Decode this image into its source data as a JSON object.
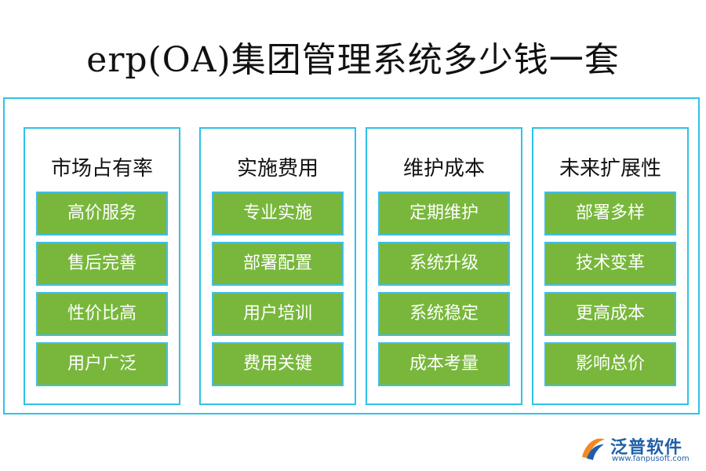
{
  "title": "erp(OA)集团管理系统多少钱一套",
  "colors": {
    "border": "#2ec3e8",
    "item_bg": "#78b73b",
    "item_text": "#ffffff"
  },
  "panels": [
    {
      "title": "市场占有率",
      "items": [
        "高价服务",
        "售后完善",
        "性价比高",
        "用户广泛"
      ]
    },
    {
      "title": "实施费用",
      "items": [
        "专业实施",
        "部署配置",
        "用户培训",
        "费用关键"
      ]
    },
    {
      "title": "维护成本",
      "items": [
        "定期维护",
        "系统升级",
        "系统稳定",
        "成本考量"
      ]
    },
    {
      "title": "未来扩展性",
      "items": [
        "部署多样",
        "技术变革",
        "更高成本",
        "影响总价"
      ]
    }
  ],
  "logo": {
    "name": "泛普软件",
    "url": "www.fanpusoft.com",
    "icon": "fanpu-logo-icon"
  }
}
